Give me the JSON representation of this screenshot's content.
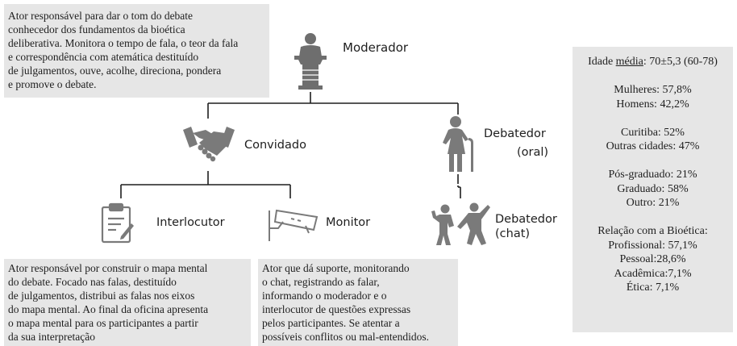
{
  "moderator": {
    "label": "Moderador",
    "description": [
      "Ator responsável para dar o tom do debate",
      "conhecedor dos fundamentos da bioética",
      "deliberativa. Monitora o tempo de fala, o teor da fala",
      "e correspondência com atemática  destituído",
      "de julgamentos, ouve, acolhe, direciona, pondera",
      "e promove o debate."
    ]
  },
  "guest": {
    "label": "Convidado"
  },
  "oral_debater": {
    "label_line1": "Debatedor",
    "label_line2": "(oral)"
  },
  "chat_debater": {
    "label_line1": "Debatedor",
    "label_line2": "(chat)"
  },
  "interlocutor": {
    "label": "Interlocutor",
    "description": [
      "Ator responsável por construir o mapa mental",
      "do debate. Focado nas falas, destituído",
      "de julgamentos, distribui as falas nos eixos",
      "do mapa mental. Ao final da oficina apresenta",
      "o mapa mental para os participantes a partir",
      "da sua interpretação"
    ]
  },
  "monitor": {
    "label": "Monitor",
    "description": [
      "Ator que dá suporte, monitorando",
      "o chat, registrando as falar,",
      "informando o moderador e o",
      "interlocutor de questões expressas",
      "pelos participantes. Se atentar a",
      "possíveis conflitos ou mal-entendidos."
    ]
  },
  "stats": {
    "age_prefix": "Idade ",
    "age_underlined": "média",
    "age_value": ": 70±5,3 (60-78)",
    "women": "Mulheres: 57,8%",
    "men": "Homens: 42,2%",
    "curitiba": "Curitiba: 52%",
    "other_cities": "Outras cidades: 47%",
    "postgrad": "Pós-graduado: 21%",
    "graduate": "Graduado: 58%",
    "other": "Outro: 21%",
    "bioethics_title": "Relação com a Bioética:",
    "professional": "Profissional: 57,1%",
    "personal": "Pessoal:28,6%",
    "academic": "Acadêmica:7,1%",
    "ethics": "Ética: 7,1%"
  },
  "colors": {
    "icon": "#7a7a7a",
    "box": "#e6e6e6",
    "text": "#1e1e1e",
    "line": "#1e1e1e"
  },
  "icons": [
    "podium-speaker-icon",
    "handshake-icon",
    "elderly-person-cane-icon",
    "clipboard-icon",
    "security-camera-icon",
    "people-celebrating-icon"
  ]
}
